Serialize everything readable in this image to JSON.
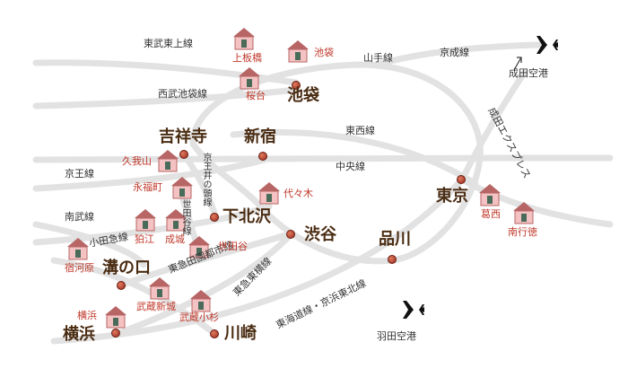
{
  "colors": {
    "rail": "#e2e2e2",
    "station": "#4a2c12",
    "area": "#c0392b",
    "house_roof": "#b76565",
    "house_body": "#f4c2c2"
  },
  "rail_lines": {
    "tobu_tojo": "東武東上線",
    "seibu_ikebukuro": "西武池袋線",
    "yamanote": "山手線",
    "keisei": "京成線",
    "tozai": "東西線",
    "chuo": "中央線",
    "keio": "京王線",
    "keio_inokashira": "京王井の頭線",
    "nambu": "南武線",
    "odakyu": "小田急線",
    "setagaya": "世田谷線",
    "tokyu_denentoshi": "東急田園都市線",
    "tokyu_toyoko": "東急東横線",
    "tokaido_keihin": "東海道線・京浜東北線",
    "narita_express": "成田エクスプレス"
  },
  "areas": {
    "kamiitabashi": "上板橋",
    "ikebukuro_area": "池袋",
    "sakuradai": "桜台",
    "kugayama": "久我山",
    "eifukucho": "永福町",
    "yoyogi": "代々木",
    "komae": "狛江",
    "seijo": "成城",
    "setagaya": "世田谷",
    "shukugawara": "宿河原",
    "musashi_shinjo": "武蔵新城",
    "musashi_kosugi": "武蔵小杉",
    "yokohama_area": "横浜",
    "kasai": "葛西",
    "gyotoku": "南行徳"
  },
  "stations": {
    "ikebukuro": "池袋",
    "kichijoji": "吉祥寺",
    "shinjuku": "新宿",
    "shimokitazawa": "下北沢",
    "shibuya": "渋谷",
    "shinagawa": "品川",
    "tokyo": "東京",
    "mizonokuchi": "溝の口",
    "yokohama": "横浜",
    "kawasaki": "川崎"
  },
  "airports": {
    "narita": "成田空港",
    "haneda": "羽田空港"
  },
  "icons": {
    "airplane": "airplane-icon",
    "house": "house-icon",
    "arrow": "arrow-icon"
  }
}
